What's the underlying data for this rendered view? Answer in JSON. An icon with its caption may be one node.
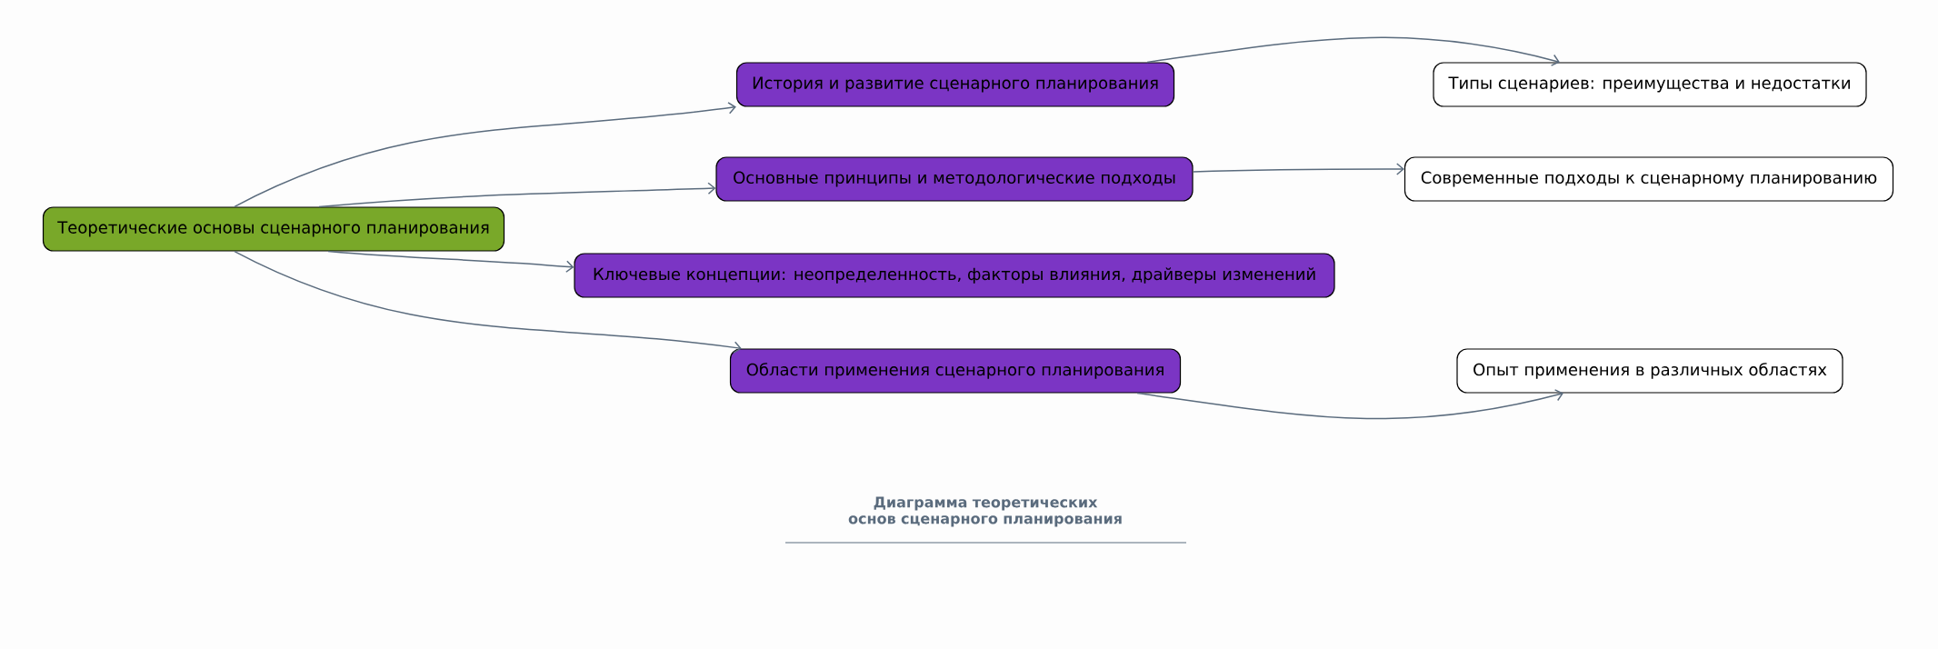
{
  "diagram": {
    "caption": "Диаграмма теоретических основ сценарного планирования",
    "nodes": [
      {
        "text": [
          "Теоретические основы сценарного планирования"
        ]
      },
      {
        "text": [
          "История и развитие сценарного планирования"
        ]
      },
      {
        "text": [
          "Основные принципы и методологические подходы"
        ]
      },
      {
        "text": [
          "Ключевые концепции: неопределенность, факторы влияния, драйверы изменений"
        ]
      },
      {
        "text": [
          "Области применения сценарного планирования"
        ]
      },
      {
        "text": [
          "Типы сценариев: преимущества и недостатки"
        ]
      },
      {
        "text": [
          "Современные подходы к сценарному планированию"
        ]
      },
      {
        "text": [
          "Опыт применения в различных областях"
        ]
      }
    ],
    "edges": [
      {
        "from": 0,
        "to": 1,
        "arrow": "to"
      },
      {
        "from": 0,
        "to": 2,
        "arrow": "to"
      },
      {
        "from": 0,
        "to": 3,
        "arrow": "to"
      },
      {
        "from": 0,
        "to": 4,
        "arrow": "to"
      },
      {
        "from": 1,
        "to": 5,
        "arrow": "to"
      },
      {
        "from": 2,
        "to": 6,
        "arrow": "to"
      },
      {
        "from": 4,
        "to": 7,
        "arrow": "to"
      }
    ]
  }
}
